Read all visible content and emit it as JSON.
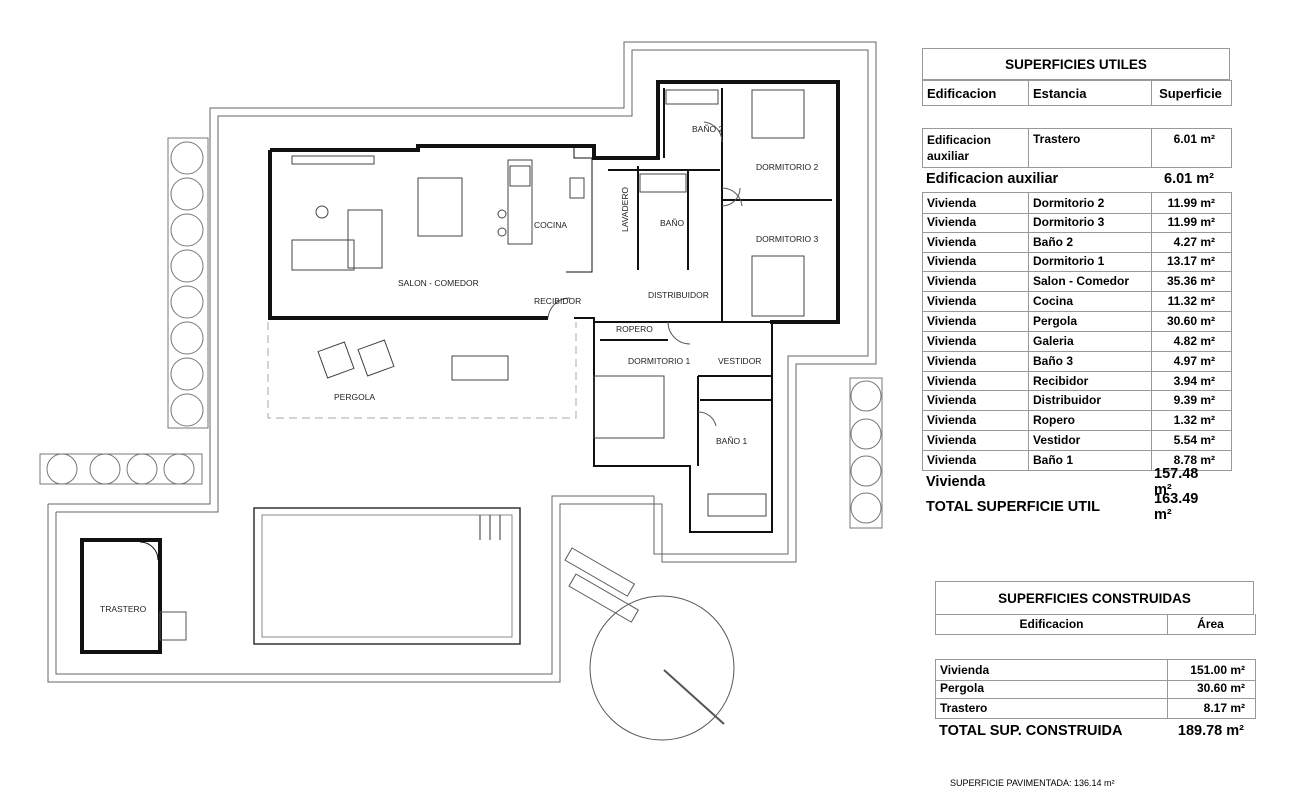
{
  "rooms": {
    "salon": "SALON - COMEDOR",
    "cocina": "COCINA",
    "lavadero": "LAVADERO",
    "bano": "BAÑO",
    "bano2": "BAÑO 2",
    "dormitorio2": "DORMITORIO 2",
    "dormitorio3": "DORMITORIO 3",
    "distribuidor": "DISTRIBUIDOR",
    "recibidor": "RECIBIDOR",
    "ropero": "ROPERO",
    "dormitorio1": "DORMITORIO 1",
    "vestidor": "VESTIDOR",
    "bano1": "BAÑO 1",
    "pergola": "PERGOLA",
    "trastero": "TRASTERO"
  },
  "utiles": {
    "title": "SUPERFICIES UTILES",
    "headers": [
      "Edificacion",
      "Estancia",
      "Superficie"
    ],
    "auxiliar_row": [
      "Edificacion auxiliar",
      "Trastero",
      "6.01 m²"
    ],
    "auxiliar_total": [
      "Edificacion auxiliar",
      "6.01 m²"
    ],
    "rows": [
      [
        "Vivienda",
        "Dormitorio 2",
        "11.99 m²"
      ],
      [
        "Vivienda",
        "Dormitorio 3",
        "11.99 m²"
      ],
      [
        "Vivienda",
        "Baño 2",
        "4.27 m²"
      ],
      [
        "Vivienda",
        "Dormitorio 1",
        "13.17 m²"
      ],
      [
        "Vivienda",
        "Salon  - Comedor",
        "35.36 m²"
      ],
      [
        "Vivienda",
        "Cocina",
        "11.32 m²"
      ],
      [
        "Vivienda",
        "Pergola",
        "30.60 m²"
      ],
      [
        "Vivienda",
        "Galeria",
        "4.82 m²"
      ],
      [
        "Vivienda",
        "Baño 3",
        "4.97 m²"
      ],
      [
        "Vivienda",
        "Recibidor",
        "3.94 m²"
      ],
      [
        "Vivienda",
        "Distribuidor",
        "9.39 m²"
      ],
      [
        "Vivienda",
        "Ropero",
        "1.32 m²"
      ],
      [
        "Vivienda",
        "Vestidor",
        "5.54 m²"
      ],
      [
        "Vivienda",
        "Baño 1",
        "8.78 m²"
      ]
    ],
    "vivienda_total": [
      "Vivienda",
      "157.48 m²"
    ],
    "grand_total": [
      "TOTAL SUPERFICIE UTIL",
      "163.49 m²"
    ]
  },
  "construidas": {
    "title": "SUPERFICIES CONSTRUIDAS",
    "headers": [
      "Edificacion",
      "Área"
    ],
    "rows": [
      [
        "Vivienda",
        "151.00 m²"
      ],
      [
        "Pergola",
        "30.60 m²"
      ],
      [
        "Trastero",
        "8.17 m²"
      ]
    ],
    "total": [
      "TOTAL SUP. CONSTRUIDA",
      "189.78 m²"
    ]
  },
  "footnote": "SUPERFICIE PAVIMENTADA: 136.14 m²"
}
